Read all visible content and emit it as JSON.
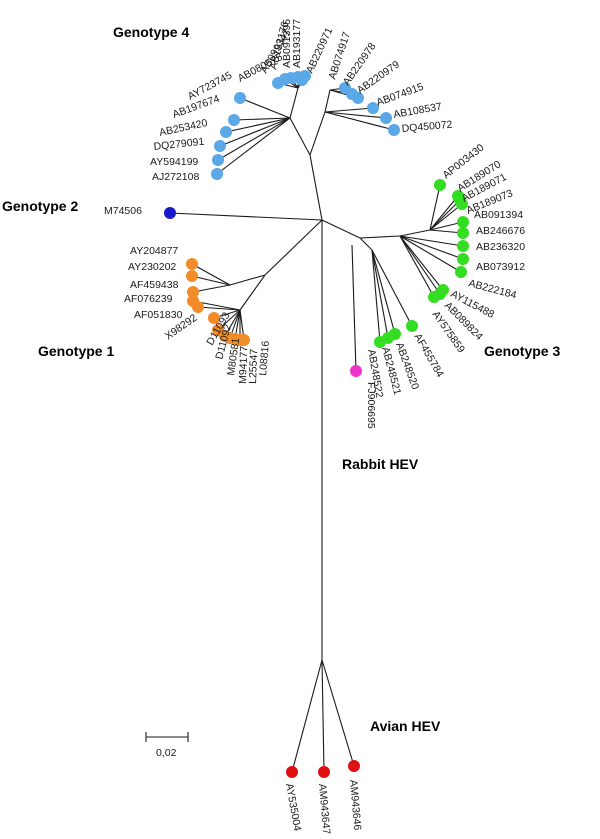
{
  "colors": {
    "genotype1": "#f28c28",
    "genotype2": "#1a1acc",
    "genotype3": "#33dd22",
    "genotype4": "#5aa8e8",
    "rabbit": "#ee33cc",
    "avian": "#dd1111",
    "branch": "#1a1a1a"
  },
  "groups": {
    "genotype4": "Genotype 4",
    "genotype2": "Genotype 2",
    "genotype1": "Genotype 1",
    "genotype3": "Genotype 3",
    "rabbit": "Rabbit HEV",
    "avian": "Avian HEV"
  },
  "scale_bar": {
    "label": "0,02"
  },
  "taxa": {
    "genotype4": [
      "AB193177",
      "AB091395",
      "AB193176",
      "AB099347",
      "AB080575",
      "AY723745",
      "AB197674",
      "AB253420",
      "DQ279091",
      "AY594199",
      "AJ272108",
      "AB220971",
      "AB074917",
      "AB220978",
      "AB220979",
      "AB074915",
      "AB108537",
      "DQ450072"
    ],
    "genotype2": [
      "M74506"
    ],
    "genotype1": [
      "AY204877",
      "AY230202",
      "AF459438",
      "AF076239",
      "AF051830",
      "X98292",
      "D11093",
      "D11092",
      "M80581",
      "M94177",
      "L25547",
      "L08816"
    ],
    "genotype3": [
      "AP003430",
      "AB189070",
      "AB189071",
      "AB189073",
      "AB091394",
      "AB246676",
      "AB236320",
      "AB073912",
      "AB222184",
      "AY115488",
      "AB089824",
      "AY575859",
      "AF455784",
      "AB248520",
      "AB248521",
      "AB248522"
    ],
    "rabbit": [
      "FJ906695"
    ],
    "avian": [
      "AY535004",
      "AM943647",
      "AM943646"
    ]
  }
}
